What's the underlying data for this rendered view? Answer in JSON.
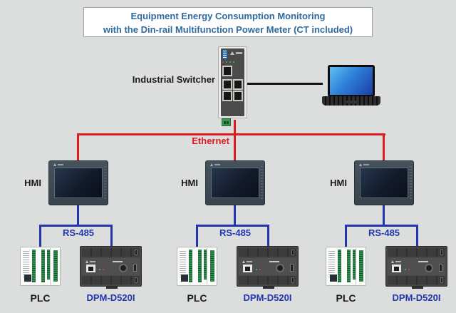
{
  "title": {
    "line1": "Equipment Energy Consumption Monitoring",
    "line2": "with the Din-rail Multifunction Power Meter (CT included)",
    "color": "#316a9d"
  },
  "network": {
    "switch_label": "Industrial Switcher",
    "ethernet_label": "Ethernet",
    "ethernet_color": "#e11a22",
    "rs485_color": "#2236ad"
  },
  "groups": [
    {
      "hmi_label": "HMI",
      "rs485_label": "RS-485",
      "plc_label": "PLC",
      "meter_label": "DPM-D520I"
    },
    {
      "hmi_label": "HMI",
      "rs485_label": "RS-485",
      "plc_label": "PLC",
      "meter_label": "DPM-D520I"
    },
    {
      "hmi_label": "HMI",
      "rs485_label": "RS-485",
      "plc_label": "PLC",
      "meter_label": "DPM-D520I"
    }
  ],
  "icons": {
    "switch_device": "industrial-ethernet-switch",
    "laptop_device": "laptop-computer",
    "hmi_device": "hmi-touch-panel",
    "plc_device": "plc-controller",
    "meter_device": "din-rail-power-meter",
    "brand_logo": "delta-logo"
  }
}
